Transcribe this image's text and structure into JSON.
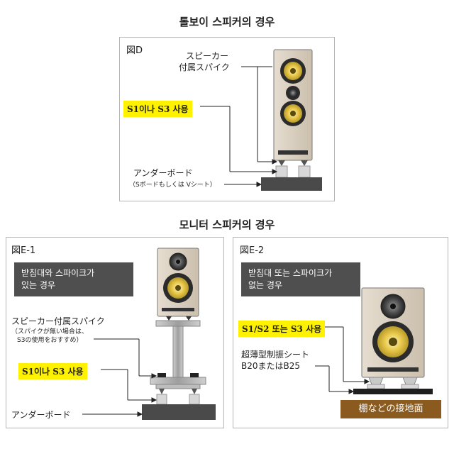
{
  "sections": {
    "tallboy_title": "톨보이 스피커의 경우",
    "monitor_title": "모니터 스피커의 경우"
  },
  "figD": {
    "label": "図D",
    "spike_label_line1": "スピーカー",
    "spike_label_line2": "付属スパイク",
    "highlight": "S1이나 S3 사용",
    "board_label": "アンダーボード",
    "board_sub": "（Sボードもしくは Vシート）"
  },
  "figE1": {
    "label": "図E-1",
    "box_line1": "받침대와 스파이크가",
    "box_line2": "있는 경우",
    "spike_label": "スピーカー付属スパイク",
    "spike_sub1": "（スパイクが無い場合は、",
    "spike_sub2": "S3の使用をおすすめ）",
    "highlight": "S1이나 S3 사용",
    "board_label": "アンダーボード"
  },
  "figE2": {
    "label": "図E-2",
    "box_line1": "받침대 또는 스파이크가",
    "box_line2": "없는 경우",
    "highlight": "S1/S2 또는 S3 사용",
    "sheet_line1": "超薄型制振シート",
    "sheet_line2": "B20またはB25",
    "floor_label": "棚などの接地面"
  },
  "colors": {
    "cabinet": "#d8cdbd",
    "woofer_cone": "#e8c84a",
    "driver_dark": "#3a3a3a",
    "highlight": "#fff200",
    "note_box": "#4f4f4f",
    "floor": "#8a5a1e",
    "board": "#4a4a4a"
  }
}
